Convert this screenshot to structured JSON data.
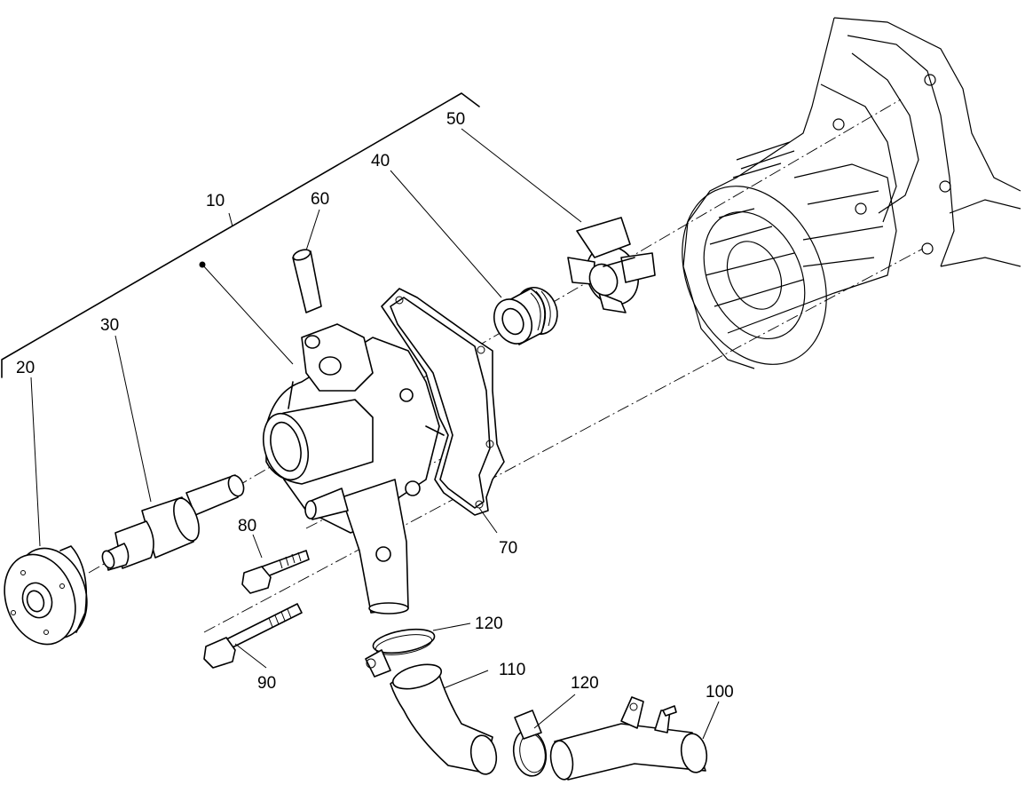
{
  "labels": {
    "p10": "10",
    "p20": "20",
    "p30": "30",
    "p40": "40",
    "p50": "50",
    "p60": "60",
    "p70": "70",
    "p80": "80",
    "p90": "90",
    "p100": "100",
    "p110": "110",
    "p120a": "120",
    "p120b": "120"
  }
}
